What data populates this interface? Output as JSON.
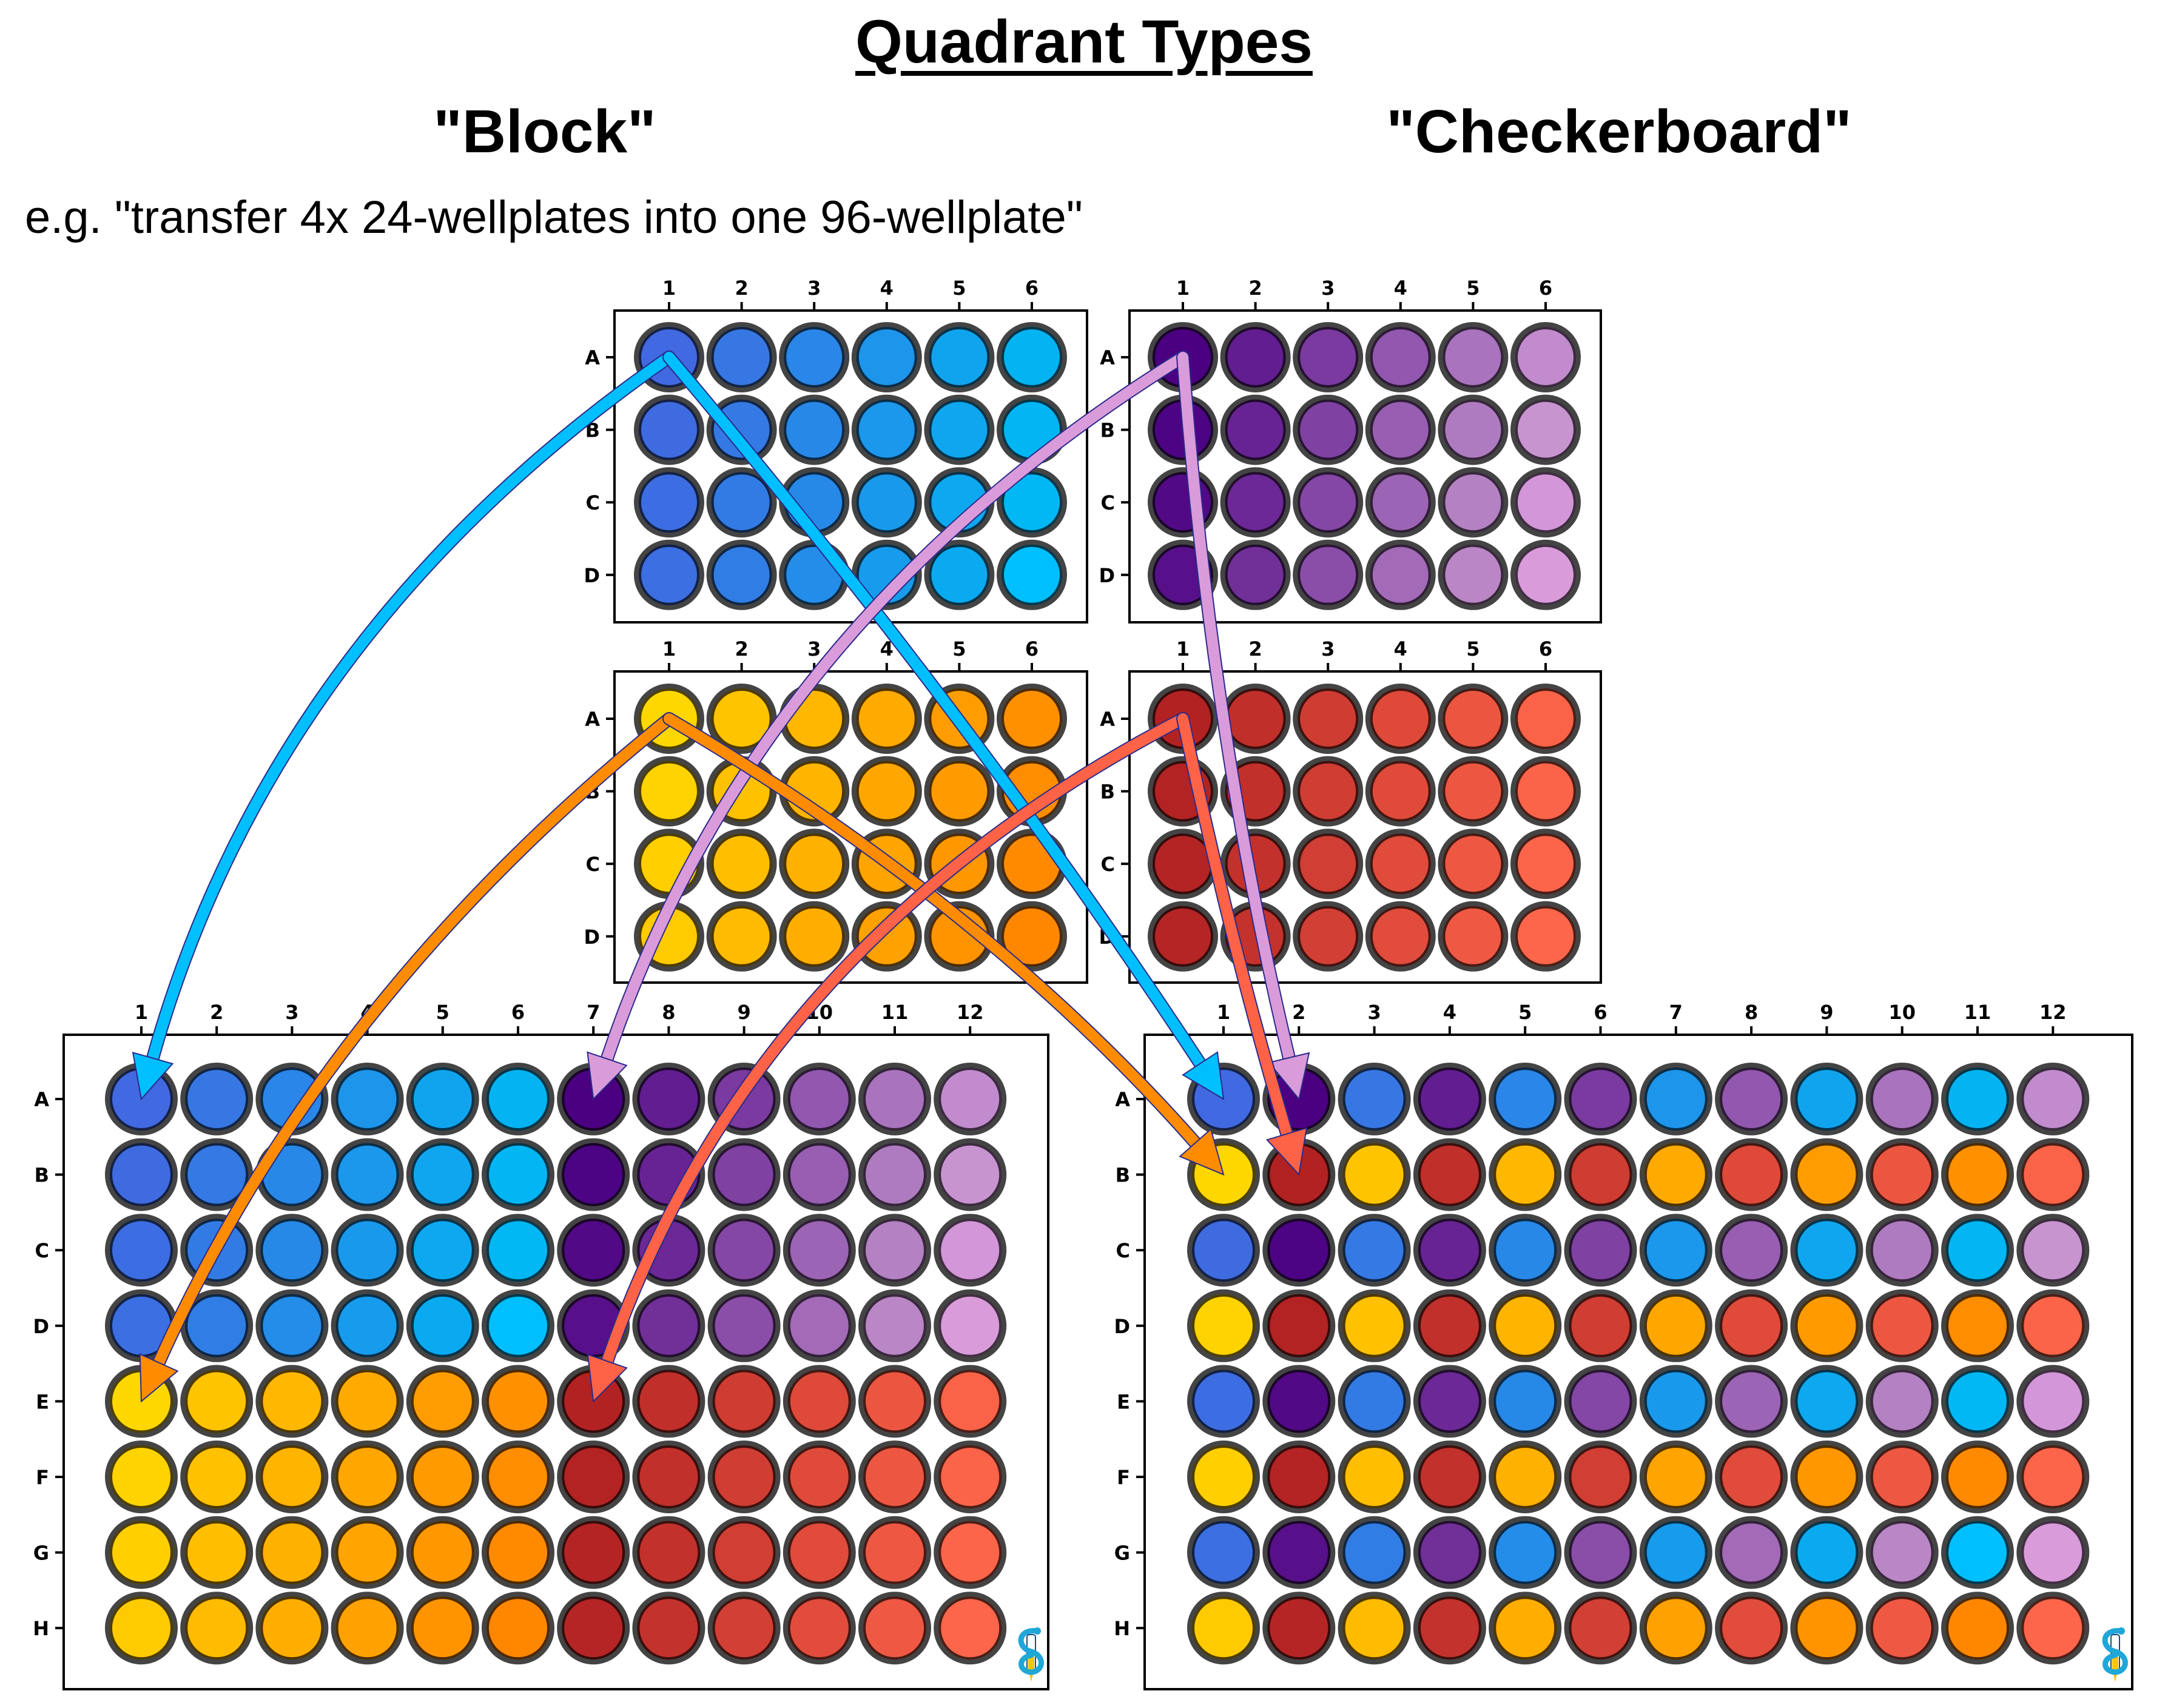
{
  "title": "Quadrant Types",
  "headings": {
    "block": "\"Block\"",
    "checkerboard": "\"Checkerboard\""
  },
  "subtitle": "e.g. \"transfer 4x 24-wellplates into one 96-wellplate\"",
  "row_labels_24": [
    "A",
    "B",
    "C",
    "D"
  ],
  "col_labels_24": [
    "1",
    "2",
    "3",
    "4",
    "5",
    "6"
  ],
  "row_labels_96": [
    "A",
    "B",
    "C",
    "D",
    "E",
    "F",
    "G",
    "H"
  ],
  "col_labels_96": [
    "1",
    "2",
    "3",
    "4",
    "5",
    "6",
    "7",
    "8",
    "9",
    "10",
    "11",
    "12"
  ],
  "source_plates": [
    {
      "name": "blue-plate",
      "quadrant": 1,
      "colors": [
        [
          "#4169E1",
          "#3777E4",
          "#2A86E8",
          "#1D95EB",
          "#10A4EF",
          "#04B3F2"
        ],
        [
          "#3F6BE1",
          "#3479E4",
          "#2888E8",
          "#1B97EC",
          "#0FA6EF",
          "#02B5F3"
        ],
        [
          "#3D6DE2",
          "#327BE5",
          "#2689E8",
          "#1999EC",
          "#0DA8F0",
          "#01B7F4"
        ],
        [
          "#3B6FE2",
          "#307DE5",
          "#248CE9",
          "#179BED",
          "#0AAAF1",
          "#00BFFF"
        ]
      ]
    },
    {
      "name": "purple-plate",
      "quadrant": 2,
      "colors": [
        [
          "#4B0082",
          "#621D91",
          "#7A3AA0",
          "#9257AF",
          "#A973BE",
          "#C18BCD"
        ],
        [
          "#4D0484",
          "#672393",
          "#7F41A2",
          "#975EB1",
          "#AF7BC0",
          "#C794D0"
        ],
        [
          "#520986",
          "#6C2896",
          "#8447A5",
          "#9C64B4",
          "#B481C3",
          "#D396D8"
        ],
        [
          "#57108A",
          "#712F98",
          "#8A4DA8",
          "#A26AB7",
          "#BA86C6",
          "#DA9BDB"
        ]
      ]
    },
    {
      "name": "yellow-plate",
      "quadrant": 3,
      "colors": [
        [
          "#FFD700",
          "#FFC400",
          "#FFB700",
          "#FFAA00",
          "#FF9D00",
          "#FF9000"
        ],
        [
          "#FFD300",
          "#FFC100",
          "#FFB400",
          "#FFA700",
          "#FF9A00",
          "#FF8D00"
        ],
        [
          "#FFCF00",
          "#FFBE00",
          "#FFB100",
          "#FFA400",
          "#FF9700",
          "#FF8A00"
        ],
        [
          "#FFCB00",
          "#FFBB00",
          "#FFAE00",
          "#FFA100",
          "#FF9400",
          "#FF8700"
        ]
      ]
    },
    {
      "name": "red-plate",
      "quadrant": 4,
      "colors": [
        [
          "#B22222",
          "#C12F2A",
          "#CF3C32",
          "#DE4939",
          "#EC5641",
          "#FA6348"
        ],
        [
          "#B32323",
          "#C2302B",
          "#D03D33",
          "#DF4A3A",
          "#ED5742",
          "#FB6449"
        ],
        [
          "#B42424",
          "#C3312C",
          "#D13E34",
          "#E04B3B",
          "#EE5843",
          "#FC654A"
        ],
        [
          "#B52525",
          "#C4322D",
          "#D23F35",
          "#E14C3C",
          "#EF5944",
          "#FD664B"
        ]
      ]
    }
  ],
  "target_plates": [
    {
      "name": "block-96-plate",
      "layout": "block"
    },
    {
      "name": "checkerboard-96-plate",
      "layout": "checkerboard"
    }
  ],
  "arrows": [
    {
      "name": "arrow-blue-to-block-A1",
      "color": "#00BFFF",
      "from_plate": "blue-plate",
      "from_well": "A1",
      "to_plate": "block-96-plate",
      "to_well": "A1"
    },
    {
      "name": "arrow-blue-to-checker-A1",
      "color": "#00BFFF",
      "from_plate": "blue-plate",
      "from_well": "A1",
      "to_plate": "checkerboard-96-plate",
      "to_well": "A1"
    },
    {
      "name": "arrow-purple-to-block-A7",
      "color": "#DA9BDB",
      "from_plate": "purple-plate",
      "from_well": "A1",
      "to_plate": "block-96-plate",
      "to_well": "A7"
    },
    {
      "name": "arrow-purple-to-checker-A2",
      "color": "#DA9BDB",
      "from_plate": "purple-plate",
      "from_well": "A1",
      "to_plate": "checkerboard-96-plate",
      "to_well": "A2"
    },
    {
      "name": "arrow-yellow-to-block-E1",
      "color": "#FF8C00",
      "from_plate": "yellow-plate",
      "from_well": "A1",
      "to_plate": "block-96-plate",
      "to_well": "E1"
    },
    {
      "name": "arrow-yellow-to-checker-B1",
      "color": "#FF8C00",
      "from_plate": "yellow-plate",
      "from_well": "A1",
      "to_plate": "checkerboard-96-plate",
      "to_well": "B1"
    },
    {
      "name": "arrow-red-to-block-E7",
      "color": "#FF6347",
      "from_plate": "red-plate",
      "from_well": "A1",
      "to_plate": "block-96-plate",
      "to_well": "E7"
    },
    {
      "name": "arrow-red-to-checker-B2",
      "color": "#FF6347",
      "from_plate": "red-plate",
      "from_well": "A1",
      "to_plate": "checkerboard-96-plate",
      "to_well": "B2"
    }
  ],
  "logo_icon": "snake-test-tube-logo"
}
